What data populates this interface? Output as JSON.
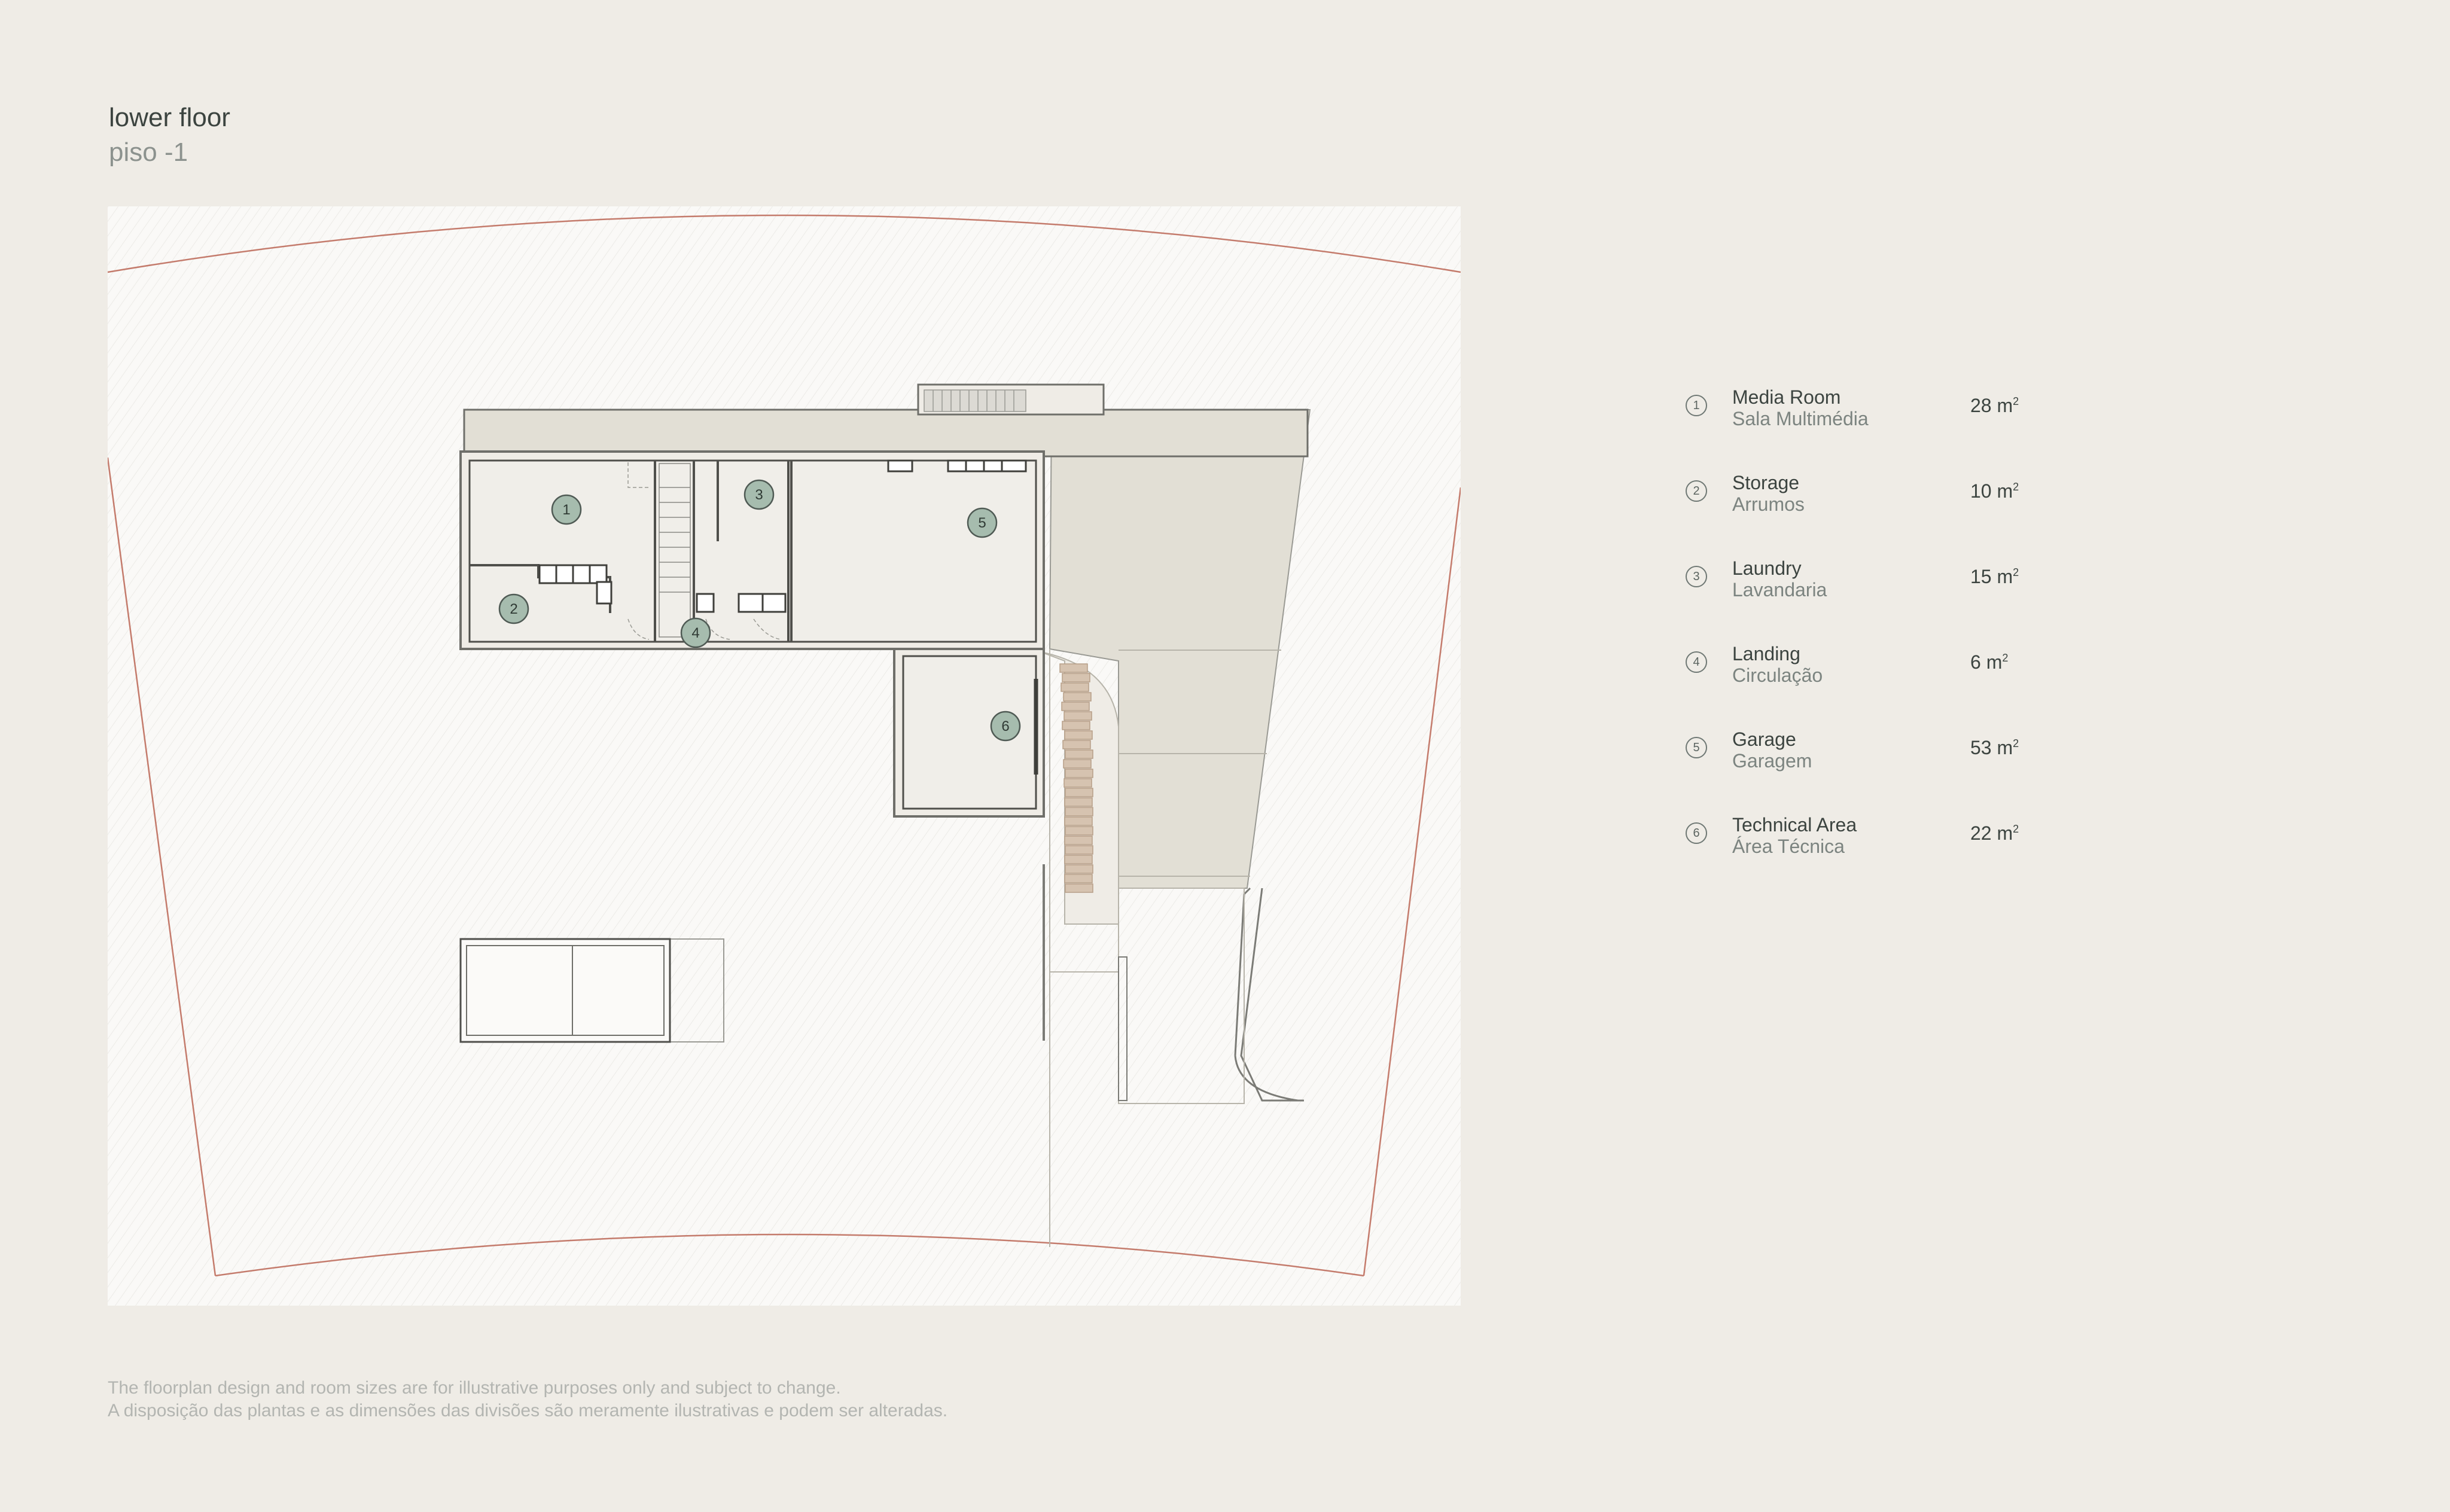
{
  "header": {
    "title_en": "lower floor",
    "title_pt": "piso -1"
  },
  "rooms": [
    {
      "number": "1",
      "name_en": "Media Room",
      "name_pt": "Sala Multimédia",
      "area": "28 m",
      "unit_sup": "2"
    },
    {
      "number": "2",
      "name_en": "Storage",
      "name_pt": "Arrumos",
      "area": "10 m",
      "unit_sup": "2"
    },
    {
      "number": "3",
      "name_en": "Laundry",
      "name_pt": "Lavandaria",
      "area": "15 m",
      "unit_sup": "2"
    },
    {
      "number": "4",
      "name_en": "Landing",
      "name_pt": "Circulação",
      "area": "6 m",
      "unit_sup": "2"
    },
    {
      "number": "5",
      "name_en": "Garage",
      "name_pt": "Garagem",
      "area": "53 m",
      "unit_sup": "2"
    },
    {
      "number": "6",
      "name_en": "Technical Area",
      "name_pt": "Área Técnica",
      "area": "22 m",
      "unit_sup": "2"
    }
  ],
  "disclaimer": {
    "line_en": "The floorplan design and room sizes are for illustrative purposes only and subject to change.",
    "line_pt": "A disposição das plantas e as dimensões das divisões são meramente ilustrativas e podem ser alteradas."
  },
  "colors": {
    "background": "#efece6",
    "plot_boundary": "#c47b6c",
    "room_marker": "#a6bcae",
    "paving": "#e2dfd5",
    "stairs": "#d6c3b0"
  }
}
